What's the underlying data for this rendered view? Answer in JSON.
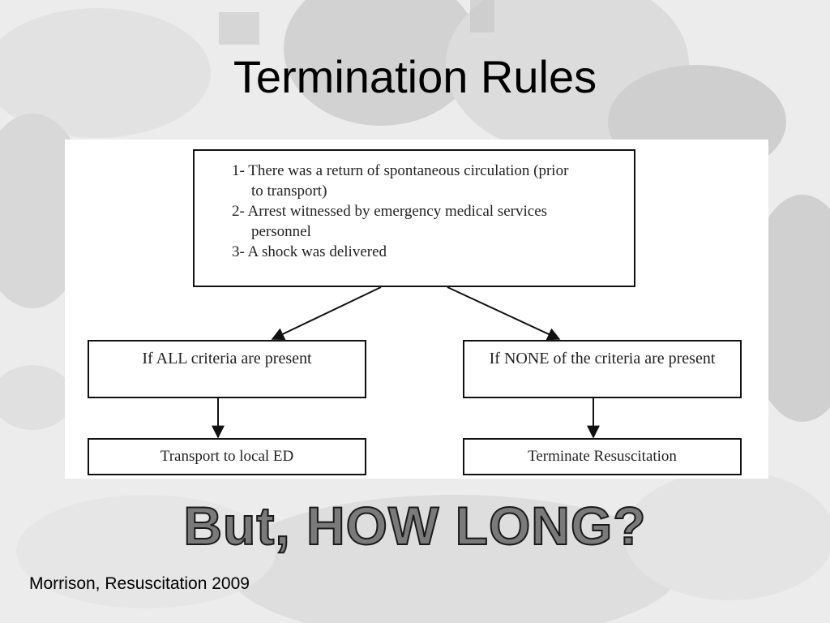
{
  "slide": {
    "title": "Termination Rules",
    "tagline": "But, HOW LONG?",
    "citation": "Morrison, Resuscitation 2009"
  },
  "flowchart": {
    "criteria": [
      {
        "line1": "1- There was a return of spontaneous circulation (prior",
        "line2": "to transport)"
      },
      {
        "line1": "2- Arrest witnessed by emergency medical services",
        "line2": "personnel"
      },
      {
        "line1": "3- A shock was delivered",
        "line2": ""
      }
    ],
    "branch_all": "If ALL criteria are present",
    "branch_none": "If NONE of the criteria are present",
    "outcome_all": "Transport to local ED",
    "outcome_none": "Terminate Resuscitation"
  },
  "colors": {
    "tagline_fill": "#7a7a7a",
    "tagline_stroke": "#1a1a1a",
    "background": "#e9e9e9"
  }
}
